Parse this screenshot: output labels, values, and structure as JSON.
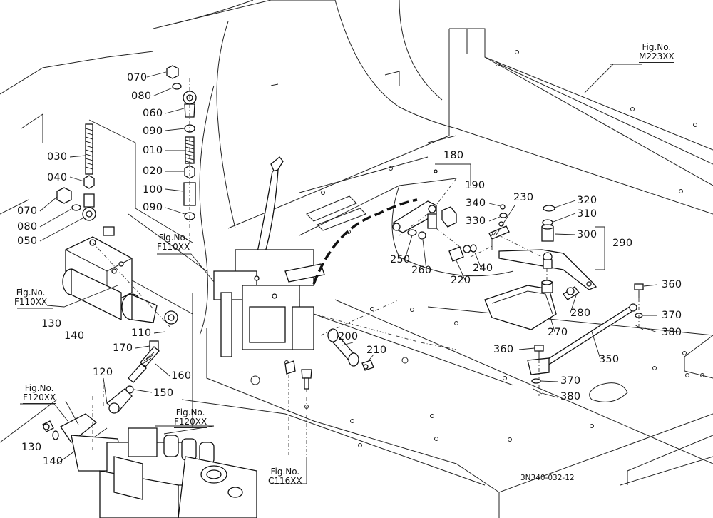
{
  "fig_refs": {
    "m223": {
      "title": "Fig.No.",
      "code": "M223XX"
    },
    "f110_center": {
      "title": "Fig.No.",
      "code": "F110XX"
    },
    "f110_left": {
      "title": "Fig.No.",
      "code": "F110XX"
    },
    "f120_left": {
      "title": "Fig.No.",
      "code": "F120XX"
    },
    "f120_center": {
      "title": "Fig.No.",
      "code": "F120XX"
    },
    "c116": {
      "title": "Fig.No.",
      "code": "C116XX"
    }
  },
  "part_labels": {
    "p070a": "070",
    "p080a": "080",
    "p060": "060",
    "p090a": "090",
    "p010": "010",
    "p020": "020",
    "p100": "100",
    "p090b": "090",
    "p030": "030",
    "p040": "040",
    "p070b": "070",
    "p080b": "080",
    "p050": "050",
    "p130a": "130",
    "p140a": "140",
    "p110": "110",
    "p170": "170",
    "p160": "160",
    "p120": "120",
    "p150": "150",
    "p130b": "130",
    "p140b": "140",
    "p180": "180",
    "p190": "190",
    "p340": "340",
    "p330": "330",
    "p230": "230",
    "p320": "320",
    "p310": "310",
    "p300": "300",
    "p290": "290",
    "p250": "250",
    "p260": "260",
    "p220": "220",
    "p240": "240",
    "p360a": "360",
    "p370a": "370",
    "p380a": "380",
    "p280": "280",
    "p270": "270",
    "p350": "350",
    "p200": "200",
    "p210": "210",
    "p360b": "360",
    "p370b": "370",
    "p380b": "380"
  },
  "drawing_code": "3N340-032-12"
}
